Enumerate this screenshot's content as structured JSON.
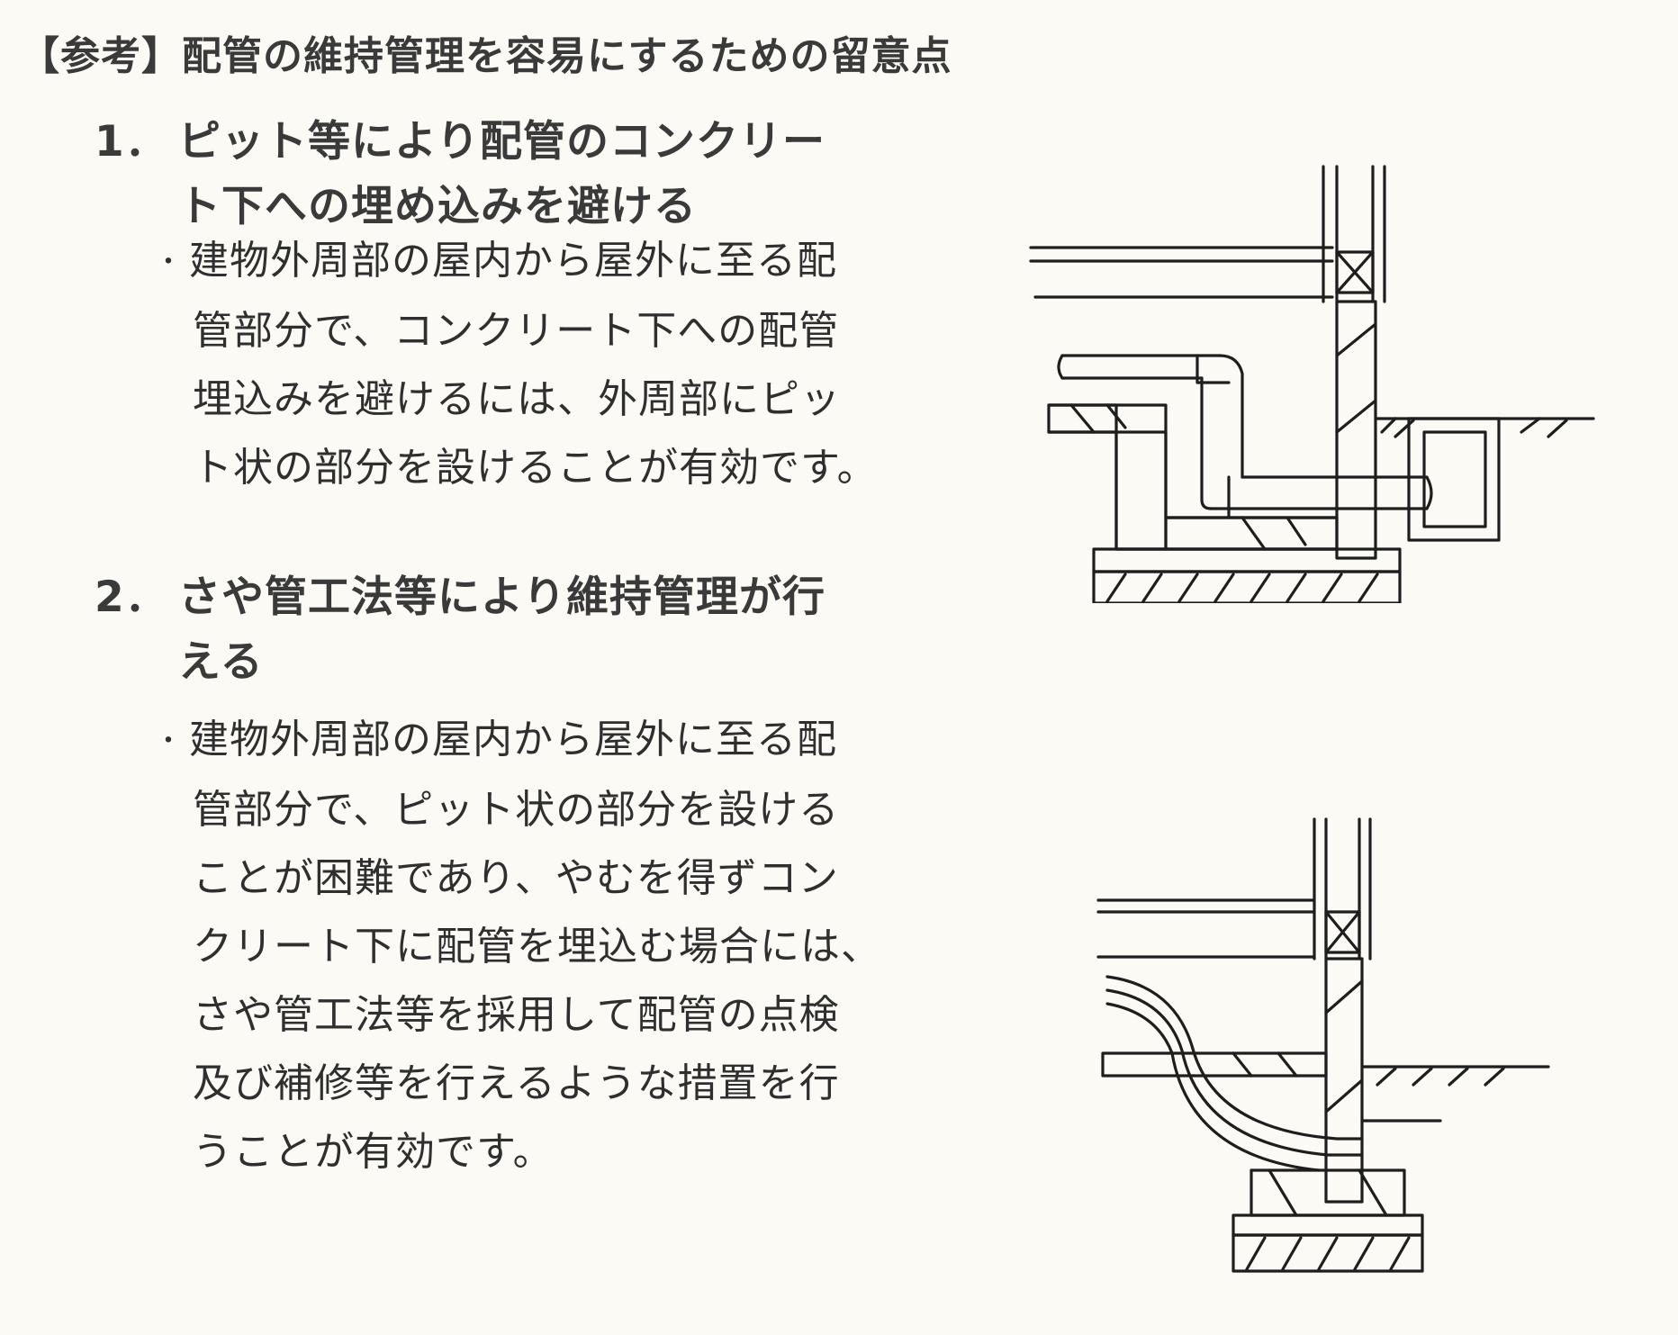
{
  "heading": "【参考】配管の維持管理を容易にするための留意点",
  "sections": [
    {
      "number": "1．",
      "title_line1": "ピット等により配管のコンクリー",
      "title_line2": "ト下への埋め込みを避ける",
      "bullet": "・",
      "body": [
        "建物外周部の屋内から屋外に至る配",
        "管部分で、コンクリート下への配管",
        "埋込みを避けるには、外周部にピッ",
        "ト状の部分を設けることが有効です。"
      ]
    },
    {
      "number": "2．",
      "title_line1": "さや管工法等により維持管理が行",
      "title_line2": "える",
      "bullet": "・",
      "body": [
        "建物外周部の屋内から屋外に至る配",
        "管部分で、ピット状の部分を設ける",
        "ことが困難であり、やむを得ずコン",
        "クリート下に配管を埋込む場合には、",
        "さや管工法等を採用して配管の点検",
        "及び補修等を行えるような措置を行",
        "うことが有効です。"
      ]
    }
  ]
}
